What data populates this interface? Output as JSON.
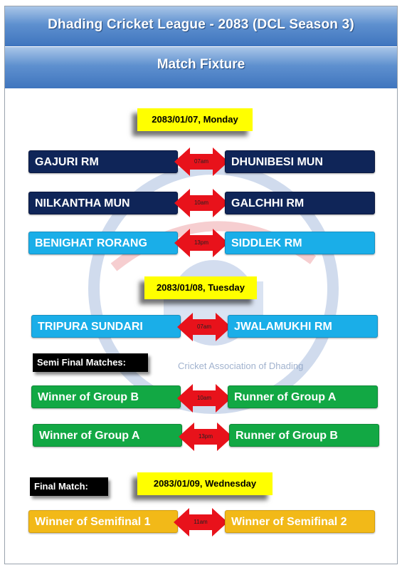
{
  "header": {
    "title": "Dhading Cricket League - 2083 (DCL Season 3)",
    "subtitle": "Match Fixture"
  },
  "watermark": {
    "text": "Cricket Association of Dhading"
  },
  "colors": {
    "navy": "#0f2558",
    "sky": "#1aaee8",
    "green": "#12a844",
    "orange": "#f2b918",
    "date": "#ffff00",
    "arrow": "#e8121b"
  },
  "days": [
    {
      "date": "2083/01/07, Monday",
      "matches": [
        {
          "team1": "GAJURI RM",
          "time": "07am",
          "team2": "DHUNIBESI MUN"
        },
        {
          "team1": "NILKANTHA MUN",
          "time": "10am",
          "team2": "GALCHHI RM"
        },
        {
          "team1": "BENIGHAT RORANG",
          "time": "13pm",
          "team2": "SIDDLEK RM"
        }
      ]
    },
    {
      "date": "2083/01/08, Tuesday",
      "matches": [
        {
          "team1": "TRIPURA SUNDARI",
          "time": "07am",
          "team2": "JWALAMUKHI RM"
        }
      ]
    }
  ],
  "semi_final": {
    "label": "Semi Final Matches:",
    "matches": [
      {
        "team1": "Winner of Group B",
        "time": "10am",
        "team2": "Runner of Group A"
      },
      {
        "team1": "Winner of Group A",
        "time": "13pm",
        "team2": "Runner of Group B"
      }
    ]
  },
  "final": {
    "label": "Final Match:",
    "date": "2083/01/09, Wednesday",
    "match": {
      "team1": "Winner of Semifinal  1",
      "time": "11am",
      "team2": "Winner of Semifinal  2"
    }
  }
}
